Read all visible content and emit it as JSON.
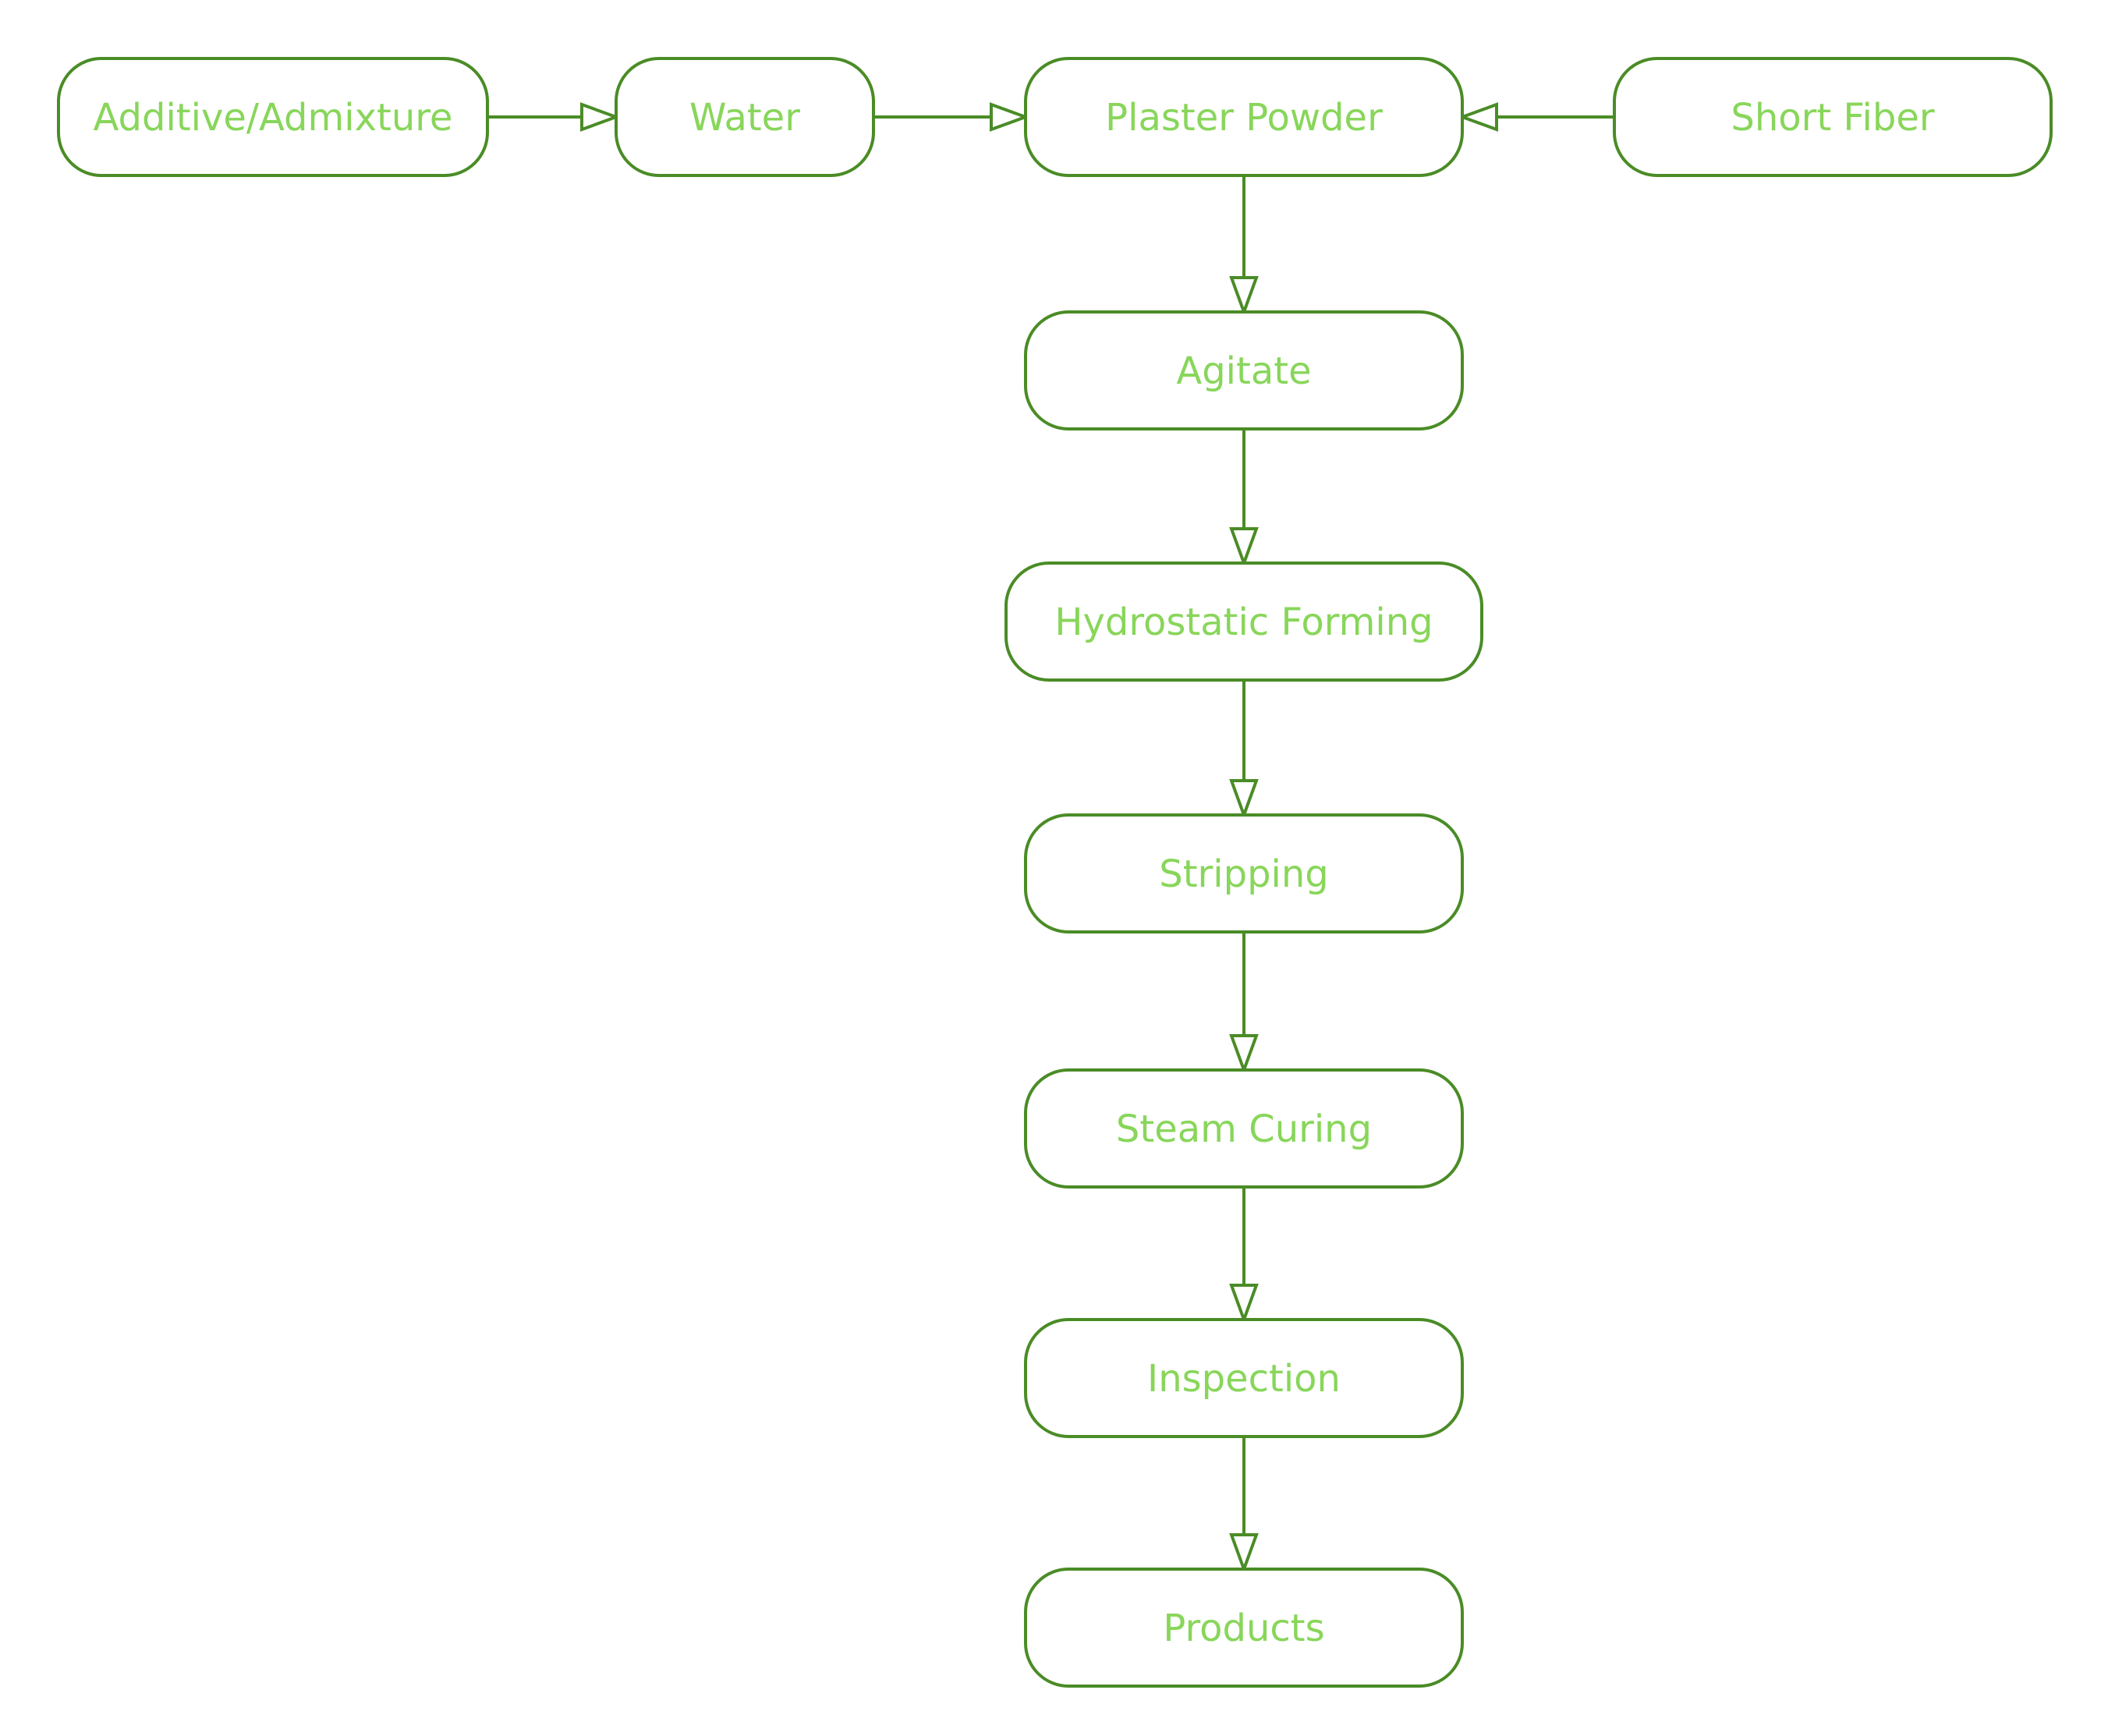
{
  "colors": {
    "stroke": "#4a8c26",
    "text": "#88d65a",
    "background": "#ffffff"
  },
  "nodes": [
    {
      "id": "additive",
      "label": "Additive/Admixture"
    },
    {
      "id": "water",
      "label": "Water"
    },
    {
      "id": "plaster",
      "label": "Plaster Powder"
    },
    {
      "id": "fiber",
      "label": "Short Fiber"
    },
    {
      "id": "agitate",
      "label": "Agitate"
    },
    {
      "id": "forming",
      "label": "Hydrostatic Forming"
    },
    {
      "id": "stripping",
      "label": "Stripping"
    },
    {
      "id": "curing",
      "label": "Steam Curing"
    },
    {
      "id": "inspection",
      "label": "Inspection"
    },
    {
      "id": "products",
      "label": "Products"
    }
  ],
  "edges": [
    {
      "from": "additive",
      "to": "water"
    },
    {
      "from": "water",
      "to": "plaster"
    },
    {
      "from": "fiber",
      "to": "plaster"
    },
    {
      "from": "plaster",
      "to": "agitate"
    },
    {
      "from": "agitate",
      "to": "forming"
    },
    {
      "from": "forming",
      "to": "stripping"
    },
    {
      "from": "stripping",
      "to": "curing"
    },
    {
      "from": "curing",
      "to": "inspection"
    },
    {
      "from": "inspection",
      "to": "products"
    }
  ]
}
